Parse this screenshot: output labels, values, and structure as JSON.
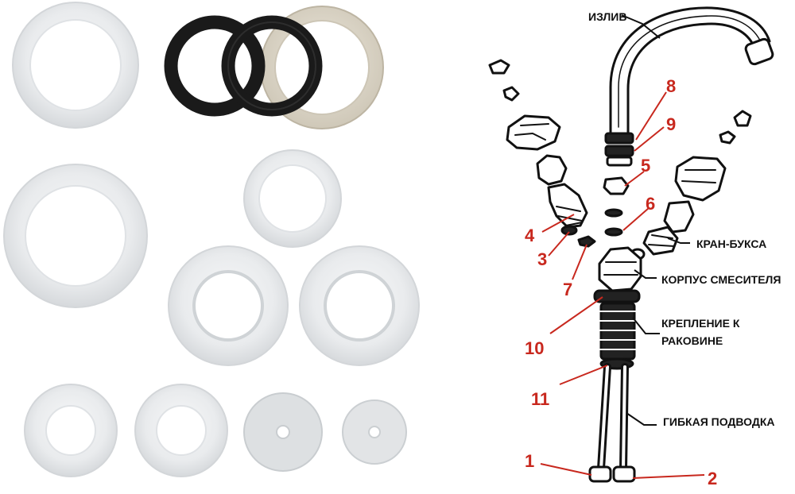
{
  "diagram": {
    "labels": {
      "spout": "ИЗЛИВ",
      "valve_cartridge": "КРАН-БУКСА",
      "mixer_body": "КОРПУС СМЕСИТЕЛЯ",
      "sink_mount_line1": "КРЕПЛЕНИЕ К",
      "sink_mount_line2": "РАКОВИНЕ",
      "flex_hose": "ГИБКАЯ ПОДВОДКА"
    },
    "numbers": [
      "1",
      "2",
      "3",
      "4",
      "5",
      "6",
      "7",
      "8",
      "9",
      "10",
      "11"
    ]
  },
  "colors": {
    "background": "#ffffff",
    "number_red": "#c8281e",
    "black_ring": "#1a1a1a",
    "beige_ring": "#d8d2c4",
    "clear_ring": "#e6e8ea"
  }
}
